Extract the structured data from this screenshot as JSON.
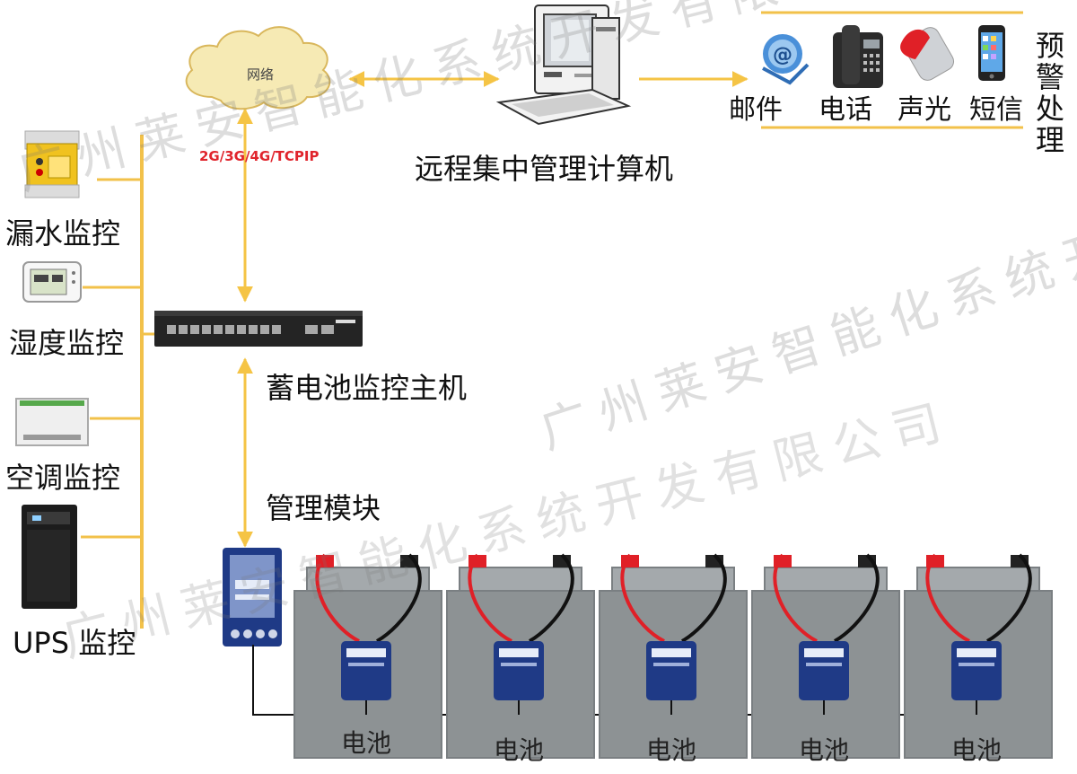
{
  "network": {
    "cloud_label": "网络",
    "protocol_label": "2G/3G/4G/TCPIP"
  },
  "remote_computer": {
    "label": "远程集中管理计算机"
  },
  "alerts": {
    "items": [
      {
        "label": "邮件",
        "icon": "email-icon"
      },
      {
        "label": "电话",
        "icon": "telephone-icon"
      },
      {
        "label": "声光",
        "icon": "siren-icon"
      },
      {
        "label": "短信",
        "icon": "smartphone-icon"
      }
    ],
    "title_chars": [
      "预",
      "警",
      "处",
      "理"
    ]
  },
  "host": {
    "label": "蓄电池监控主机"
  },
  "module": {
    "label": "管理模块"
  },
  "sensors": [
    {
      "label": "漏水监控",
      "icon": "leak-sensor-icon"
    },
    {
      "label": "湿度监控",
      "icon": "humidity-sensor-icon"
    },
    {
      "label": "空调监控",
      "icon": "ac-controller-icon"
    },
    {
      "label": "UPS 监控",
      "icon": "ups-icon"
    }
  ],
  "batteries": [
    {
      "label": "电池"
    },
    {
      "label": "电池"
    },
    {
      "label": "电池"
    },
    {
      "label": "电池"
    },
    {
      "label": "电池"
    }
  ],
  "watermark": [
    "广州莱安智能化系统开发有限公司"
  ],
  "colors": {
    "connector": "#f2c14a",
    "arrow": "#f5c445",
    "battery": "#8d9294",
    "battery_stroke": "#7a7f82",
    "module_blue": "#1f3a86",
    "cable_red": "#e02027",
    "protocol_red": "#e0242c"
  }
}
